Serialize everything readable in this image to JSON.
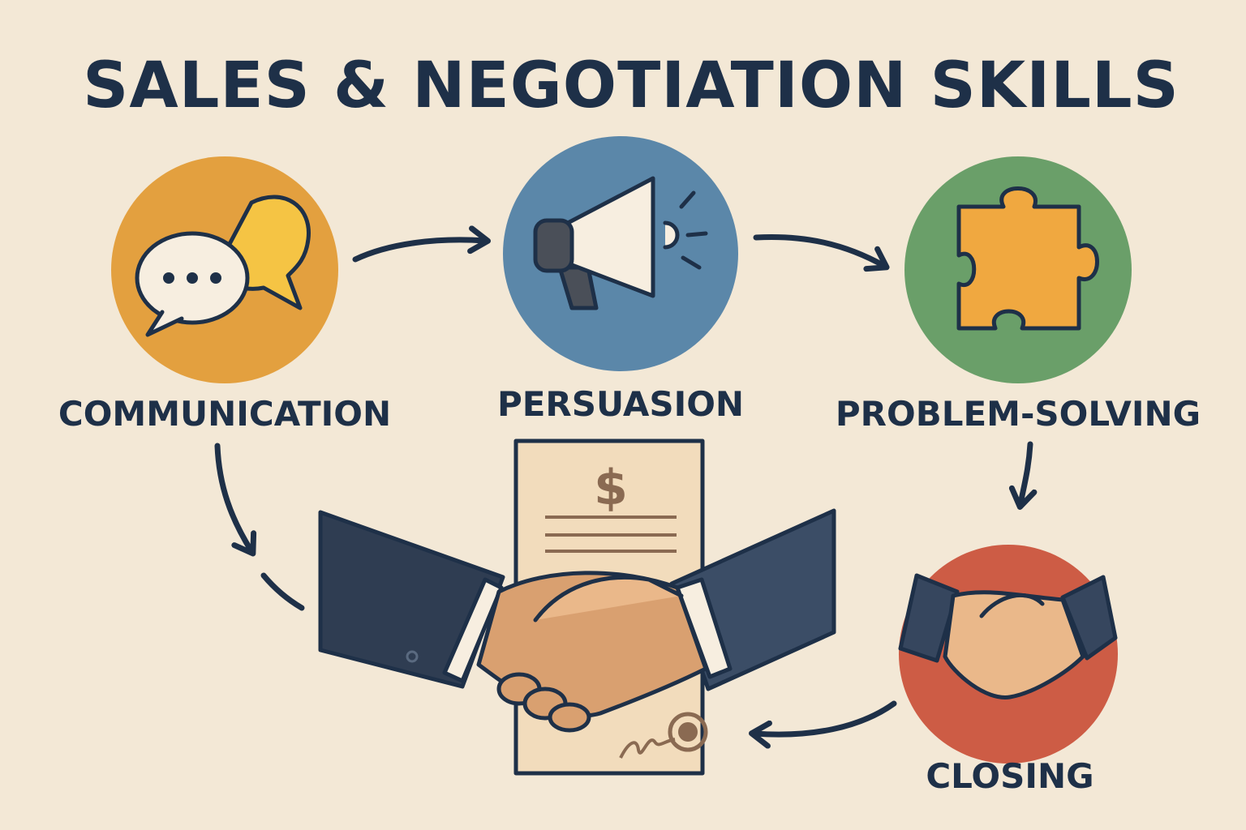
{
  "title": "SALES & NEGOTIATION SKILLS",
  "steps": [
    {
      "label": "COMMUNICATION",
      "icon": "speech-bubbles-icon",
      "color": "#e3a03f"
    },
    {
      "label": "PERSUASION",
      "icon": "megaphone-icon",
      "color": "#5b87a9"
    },
    {
      "label": "PROBLEM-SOLVING",
      "icon": "puzzle-piece-icon",
      "color": "#6a9f69"
    },
    {
      "label": "CLOSING",
      "icon": "handshake-icon",
      "color": "#cd5c45"
    }
  ],
  "contract": {
    "symbol": "$"
  }
}
